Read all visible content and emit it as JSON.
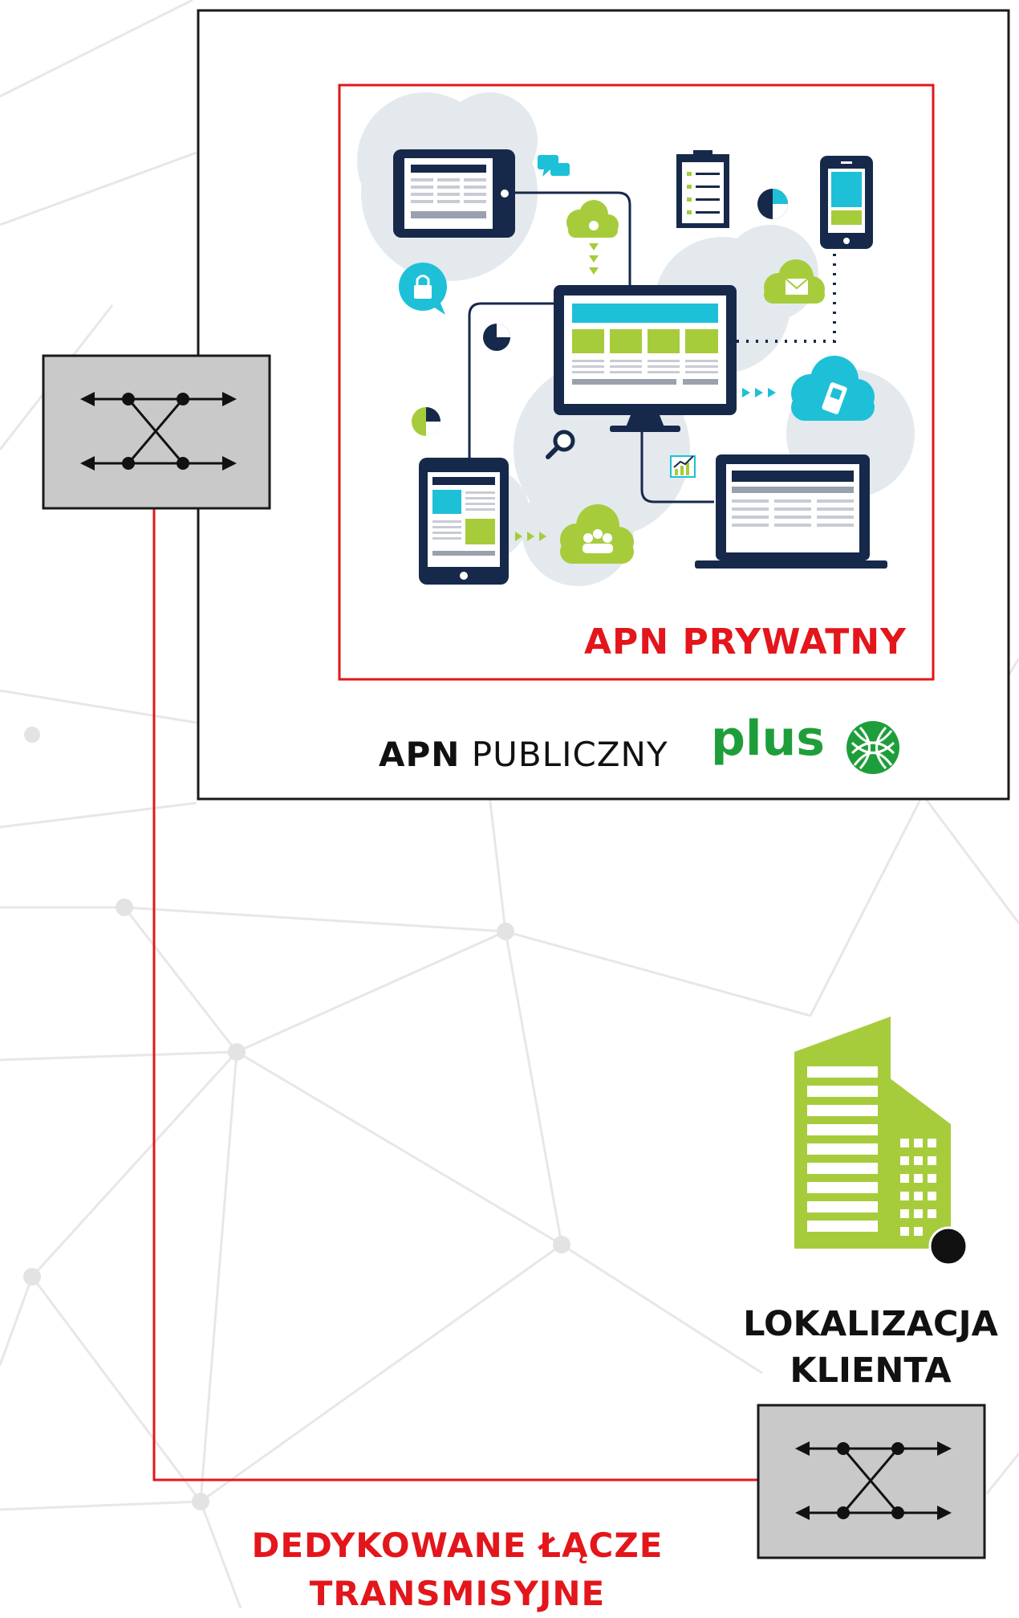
{
  "apn_private": {
    "label": "APN PRYWATNY"
  },
  "apn_public": {
    "label_bold": "APN",
    "label_rest": " PUBLICZNY"
  },
  "brand": {
    "name": "plus",
    "color": "#1e9e3a"
  },
  "client": {
    "line1": "LOKALIZACJA",
    "line2": "KLIENTA"
  },
  "link": {
    "line1": "DEDYKOWANE ŁĄCZE",
    "line2": "TRANSMISYJNE"
  },
  "colors": {
    "accent_red": "#e3161b",
    "switch_fill": "#c9c9c9",
    "navy": "#17294a",
    "green": "#a6cc3c",
    "cyan": "#1ec0d8",
    "gear_gray": "#e4e9ee"
  },
  "icons": [
    "network-switch-icon",
    "building-icon",
    "plus-logo-icon",
    "tablet-icon",
    "smartphone-icon",
    "desktop-monitor-icon",
    "laptop-icon",
    "cloud-icon",
    "pie-chart-icon",
    "search-icon",
    "padlock-icon",
    "clipboard-icon",
    "chat-bubbles-icon",
    "email-icon"
  ]
}
